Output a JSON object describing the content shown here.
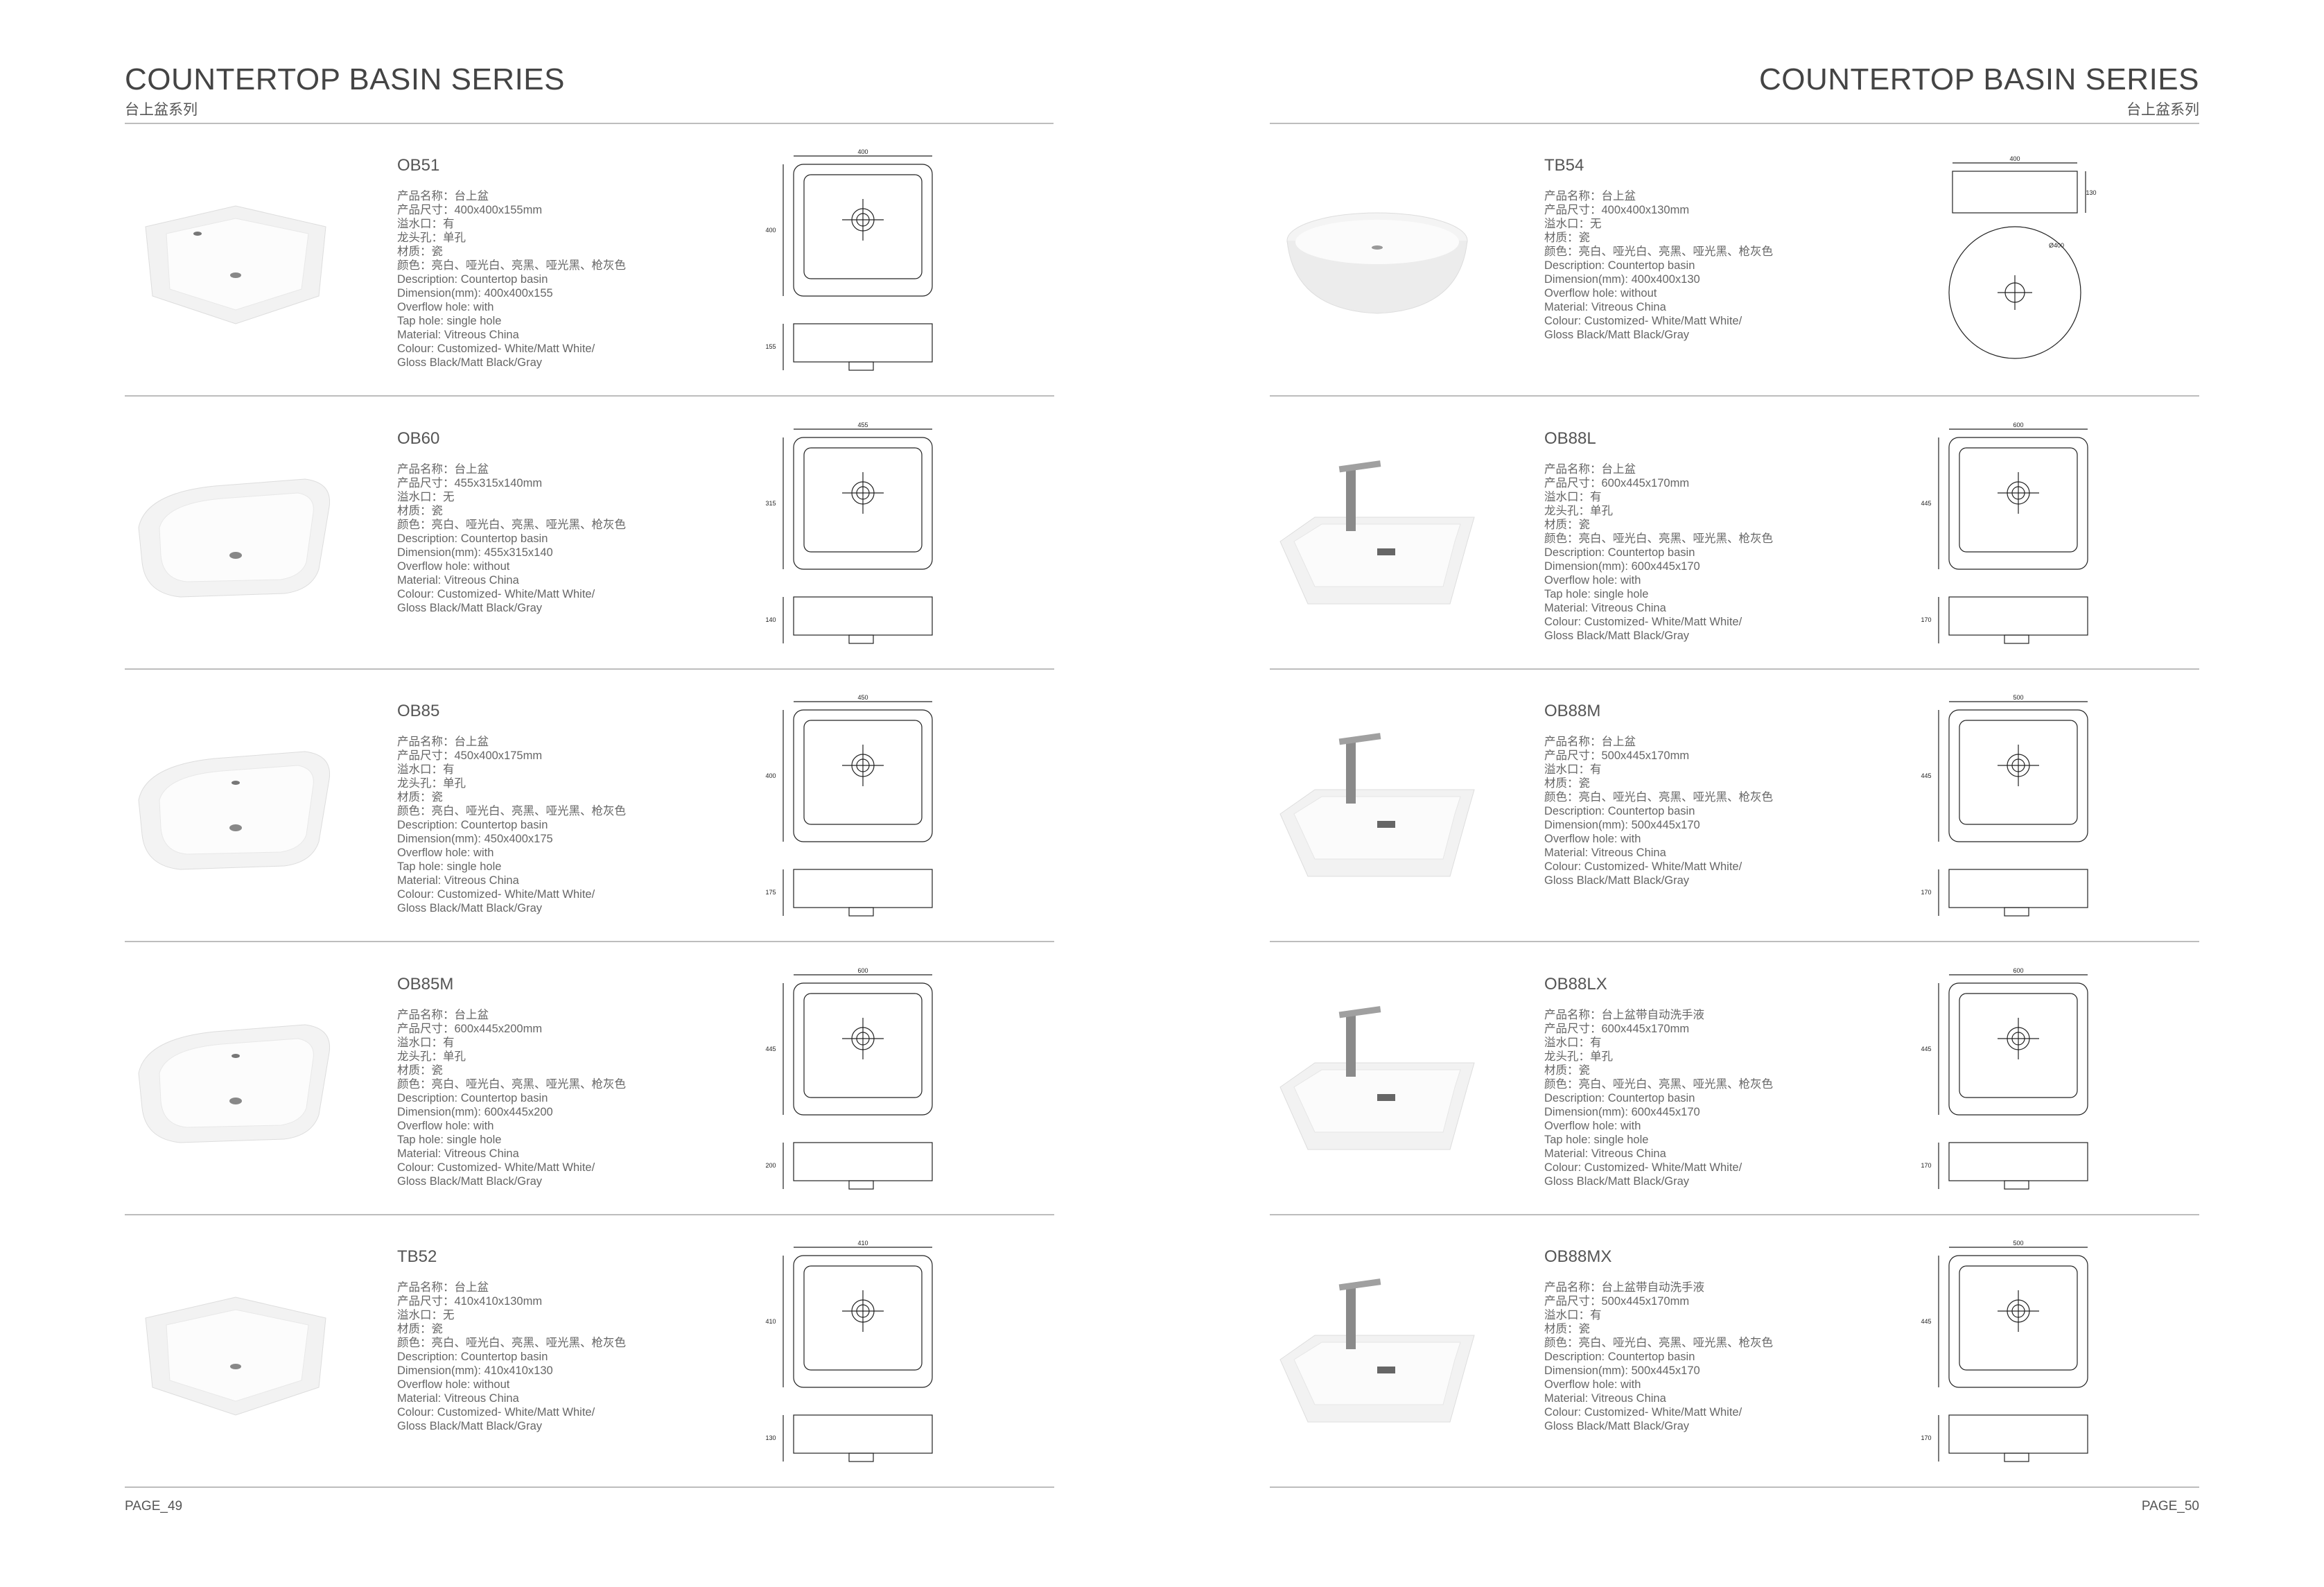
{
  "left_page": {
    "title": "COUNTERTOP BASIN SERIES",
    "subtitle": "台上盆系列",
    "page": "PAGE_49",
    "products": [
      {
        "code": "OB51",
        "photo": "square-basin-taphole",
        "drawing": {
          "top": "400",
          "side": "400",
          "height": "155"
        },
        "specs": [
          "产品名称：台上盆",
          "产品尺寸：400x400x155mm",
          "溢水口：有",
          "龙头孔：单孔",
          "材质：瓷",
          "颜色：亮白、哑光白、亮黑、哑光黑、枪灰色",
          "Description: Countertop basin",
          "Dimension(mm): 400x400x155",
          "Overflow hole: with",
          "Tap hole: single hole",
          "Material: Vitreous China",
          "Colour: Customized- White/Matt White/",
          "Gloss Black/Matt Black/Gray"
        ]
      },
      {
        "code": "OB60",
        "photo": "rect-basin",
        "drawing": {
          "top": "455",
          "side": "315",
          "height": "140"
        },
        "specs": [
          "产品名称：台上盆",
          "产品尺寸：455x315x140mm",
          "溢水口：无",
          "材质：瓷",
          "颜色：亮白、哑光白、亮黑、哑光黑、枪灰色",
          "Description: Countertop basin",
          "Dimension(mm): 455x315x140",
          "Overflow hole: without",
          "Material: Vitreous China",
          "Colour: Customized- White/Matt White/",
          "Gloss Black/Matt Black/Gray"
        ]
      },
      {
        "code": "OB85",
        "photo": "rect-basin-taphole",
        "drawing": {
          "top": "450",
          "side": "400",
          "height": "175"
        },
        "specs": [
          "产品名称：台上盆",
          "产品尺寸：450x400x175mm",
          "溢水口：有",
          "龙头孔：单孔",
          "材质：瓷",
          "颜色：亮白、哑光白、亮黑、哑光黑、枪灰色",
          "Description: Countertop basin",
          "Dimension(mm): 450x400x175",
          "Overflow hole: with",
          "Tap hole: single hole",
          "Material: Vitreous China",
          "Colour: Customized- White/Matt White/",
          "Gloss Black/Matt Black/Gray"
        ]
      },
      {
        "code": "OB85M",
        "photo": "rect-basin-taphole",
        "drawing": {
          "top": "600",
          "side": "445",
          "height": "200"
        },
        "specs": [
          "产品名称：台上盆",
          "产品尺寸：600x445x200mm",
          "溢水口：有",
          "龙头孔：单孔",
          "材质：瓷",
          "颜色：亮白、哑光白、亮黑、哑光黑、枪灰色",
          "Description: Countertop basin",
          "Dimension(mm): 600x445x200",
          "Overflow hole: with",
          "Tap hole: single hole",
          "Material: Vitreous China",
          "Colour: Customized- White/Matt White/",
          "Gloss Black/Matt Black/Gray"
        ]
      },
      {
        "code": "TB52",
        "photo": "square-basin",
        "drawing": {
          "top": "410",
          "side": "410",
          "height": "130"
        },
        "specs": [
          "产品名称：台上盆",
          "产品尺寸：410x410x130mm",
          "溢水口：无",
          "材质：瓷",
          "颜色：亮白、哑光白、亮黑、哑光黑、枪灰色",
          "Description: Countertop basin",
          "Dimension(mm): 410x410x130",
          "Overflow hole: without",
          "Material: Vitreous China",
          "Colour: Customized- White/Matt White/",
          "Gloss Black/Matt Black/Gray"
        ]
      }
    ]
  },
  "right_page": {
    "title": "COUNTERTOP BASIN SERIES",
    "subtitle": "台上盆系列",
    "page": "PAGE_50",
    "products": [
      {
        "code": "TB54",
        "photo": "round-bowl",
        "drawing": {
          "top": "400",
          "side": "Ø400",
          "height": "130"
        },
        "specs": [
          "产品名称：台上盆",
          "产品尺寸：400x400x130mm",
          "溢水口：无",
          "材质：瓷",
          "颜色：亮白、哑光白、亮黑、哑光黑、枪灰色",
          "Description: Countertop basin",
          "Dimension(mm): 400x400x130",
          "Overflow hole: without",
          "Material: Vitreous China",
          "Colour: Customized- White/Matt White/",
          "Gloss Black/Matt Black/Gray"
        ]
      },
      {
        "code": "OB88L",
        "photo": "faucet-basin",
        "drawing": {
          "top": "600",
          "side": "445",
          "height": "170"
        },
        "specs": [
          "产品名称：台上盆",
          "产品尺寸：600x445x170mm",
          "溢水口：有",
          "龙头孔：单孔",
          "材质：瓷",
          "颜色：亮白、哑光白、亮黑、哑光黑、枪灰色",
          "Description: Countertop basin",
          "Dimension(mm): 600x445x170",
          "Overflow hole: with",
          "Tap hole: single hole",
          "Material: Vitreous China",
          "Colour: Customized- White/Matt White/",
          "Gloss Black/Matt Black/Gray"
        ]
      },
      {
        "code": "OB88M",
        "photo": "faucet-basin",
        "drawing": {
          "top": "500",
          "side": "445",
          "height": "170"
        },
        "specs": [
          "产品名称：台上盆",
          "产品尺寸：500x445x170mm",
          "溢水口：有",
          "材质：瓷",
          "颜色：亮白、哑光白、亮黑、哑光黑、枪灰色",
          "Description: Countertop basin",
          "Dimension(mm): 500x445x170",
          "Overflow hole: with",
          "Material: Vitreous China",
          "Colour: Customized- White/Matt White/",
          "Gloss Black/Matt Black/Gray"
        ]
      },
      {
        "code": "OB88LX",
        "photo": "faucet-basin",
        "drawing": {
          "top": "600",
          "side": "445",
          "height": "170"
        },
        "specs": [
          "产品名称：台上盆带自动洗手液",
          "产品尺寸：600x445x170mm",
          "溢水口：有",
          "龙头孔：单孔",
          "材质：瓷",
          "颜色：亮白、哑光白、亮黑、哑光黑、枪灰色",
          "Description: Countertop basin",
          "Dimension(mm): 600x445x170",
          "Overflow hole: with",
          "Tap hole: single hole",
          "Material: Vitreous China",
          "Colour: Customized- White/Matt White/",
          "Gloss Black/Matt Black/Gray"
        ]
      },
      {
        "code": "OB88MX",
        "photo": "faucet-basin",
        "drawing": {
          "top": "500",
          "side": "445",
          "height": "170"
        },
        "specs": [
          "产品名称：台上盆带自动洗手液",
          "产品尺寸：500x445x170mm",
          "溢水口：有",
          "材质：瓷",
          "颜色：亮白、哑光白、亮黑、哑光黑、枪灰色",
          "Description: Countertop basin",
          "Dimension(mm): 500x445x170",
          "Overflow hole: with",
          "Material: Vitreous China",
          "Colour: Customized- White/Matt White/",
          "Gloss Black/Matt Black/Gray"
        ]
      }
    ]
  }
}
